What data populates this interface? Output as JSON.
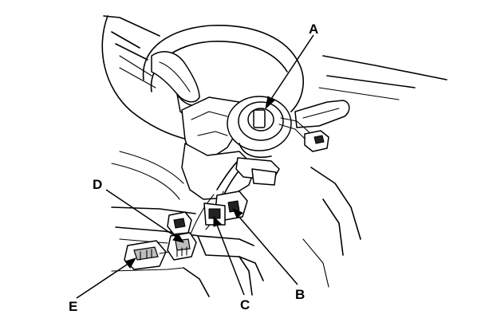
{
  "callouts": {
    "a": "A",
    "b": "B",
    "c": "C",
    "d": "D",
    "e": "E"
  },
  "colors": {
    "line": "#000000",
    "background": "#ffffff",
    "shade": "#bdbdbd"
  }
}
